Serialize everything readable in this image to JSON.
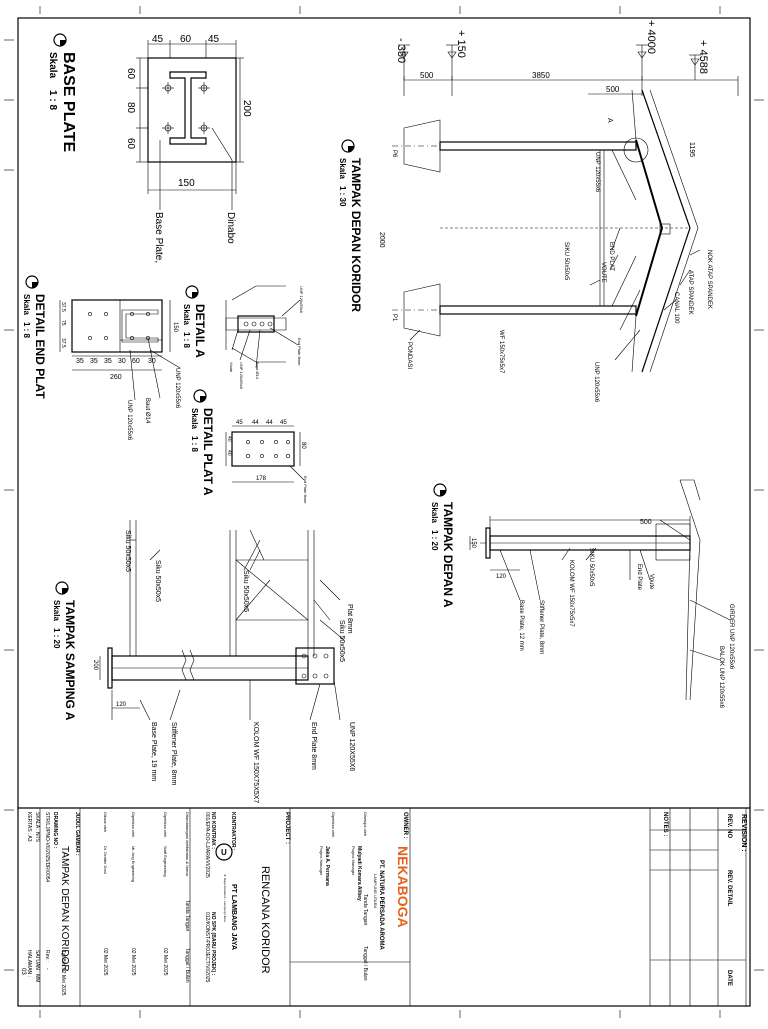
{
  "views": {
    "base_plate": {
      "title": "BASE PLATE",
      "scale_label": "Skala",
      "scale": "1 : 8",
      "dims_top": [
        "45",
        "60",
        "45"
      ],
      "dims_left": [
        "60",
        "80",
        "60"
      ],
      "dim_right": "200",
      "dim_bottom": "150",
      "callouts": [
        "Base Plate,",
        "Dinabo"
      ]
    },
    "tampak_depan_koridor": {
      "title": "TAMPAK DEPAN KORIDOR",
      "scale_label": "Skala",
      "scale": "1 : 30",
      "levels": [
        "- 350",
        "+ 150",
        "+ 4000",
        "+ 4588"
      ],
      "dims": [
        "500",
        "3850",
        "500",
        "1195",
        "2000"
      ],
      "axis_marks": [
        "P6",
        "P1"
      ],
      "detail_mark": "A",
      "callouts": [
        "UNP 120x55x6",
        "END PLAT",
        "VOUTE",
        "SIKU 50x50x5",
        "WF 150x75x5x7",
        "PONDASI",
        "UNP 120x55x6",
        "CANAL 100",
        "ATAP SPANDEK",
        "NOK ATAP SPANDEK"
      ]
    },
    "detail_end_plat": {
      "title": "DETAIL END PLAT",
      "scale_label": "Skala",
      "scale": "1 : 8",
      "dims_top": [
        "35",
        "35",
        "35",
        "30",
        "60",
        "30"
      ],
      "dim_total": "260",
      "dims_left": [
        "37.5",
        "75",
        "37.5"
      ],
      "dim_right": "150",
      "callouts": [
        "UNP 120x55x6",
        "Baut Ø14",
        "UNP 120x55x6"
      ]
    },
    "detail_a": {
      "title": "DETAIL A",
      "scale_label": "Skala",
      "scale": "1 : 8",
      "callouts": [
        "UNP 120x55x6",
        "End Plate 8mm",
        "Baut Ø14",
        "UNP 120x55x6",
        "Voute"
      ]
    },
    "detail_plat_a": {
      "title": "DETAIL PLAT A",
      "scale_label": "Skala",
      "scale": "1 : 8",
      "dims_top": [
        "45",
        "44",
        "44",
        "45"
      ],
      "dims_left": [
        "40",
        "40"
      ],
      "dim_right": "80",
      "dim_bottom": "178",
      "callouts": [
        "End Plate 8mm"
      ]
    },
    "tampak_depan_a": {
      "title": "TAMPAK DEPAN A",
      "scale_label": "Skala",
      "scale": "1 : 20",
      "dims": [
        "500",
        "150",
        "120"
      ],
      "callouts": [
        "SIKU 50x50x5",
        "KOLOM WF 150x75x5x7",
        "Base Plate, 12 mm",
        "Stiffener Plate, 8mm",
        "Voute",
        "End Plate",
        "GIRDER UNP 120x55x6",
        "BALOK UNP 120x55x6"
      ]
    },
    "tampak_samping_a": {
      "title": "TAMPAK SAMPING A",
      "scale_label": "Skala",
      "scale": "1 : 20",
      "dims": [
        "200",
        "120"
      ],
      "callouts": [
        "Siku 50x50x5",
        "Siku 50x50x5",
        "Siku 50x50x5",
        "Plat 8mm",
        "Siku 50x50x5",
        "UNP 120X55X6",
        "End Plate 8mm",
        "KOLOM WF 150X75X5X7",
        "Stiffener Plate, 8mm",
        "Base Plate, 19 mm"
      ]
    }
  },
  "title_block": {
    "revision_label": "REVISION :",
    "rev_headers": [
      "REV. NO",
      "REV. DETAIL",
      "DATE"
    ],
    "notes_label": "NOTES :",
    "owner_label": "OWNER :",
    "owner_logo": "NEKABOGA",
    "owner_company": "PT. NATURA PERSADA AROMA",
    "owner_sub": "LAMPUNG UTARA",
    "owner_rows": [
      {
        "role": "Disetujui oleh",
        "name": "Mulyadi Komara Alibey",
        "title": "Project Manager",
        "sign": "Tanda Tangan",
        "date": "Tanggal / Bulan"
      },
      {
        "role": "Diperiksa oleh",
        "name": "Jaka A. Permana",
        "title": "Project Manager",
        "sign": "",
        "date": ""
      }
    ],
    "project_label": "PROJECT :",
    "project_name": "RENCANA KORIDOR",
    "contractor_label": "KONTRAKTOR :",
    "contractor_name": "PT LAMBANG JAYA",
    "contractor_address": "Jl. Raya Kotabumi - Lampung Utara",
    "contract_no_label": "NO KONTRAK :",
    "contract_no": "001/EPA-DO-LJ/ARA/VI/2025",
    "spk_label": "NO SPK (BARU PROJEK) :",
    "spk_no": "012/KONST-PROJECT/VI/2025",
    "contractor_rows": [
      {
        "role": "Ditandatangani oleh",
        "name": "Jabatan & Nama",
        "sign": "Tanda Tangan",
        "date": "Tanggal / Bulan"
      },
      {
        "role": "Diperiksa oleh",
        "name": "Staff Engineering",
        "sign": "",
        "date": "02 Mei 2025"
      },
      {
        "role": "Diperiksa oleh",
        "name": "Mr. Ang Engineering",
        "sign": "",
        "date": "02 Mei 2025"
      },
      {
        "role": "Dibuat oleh",
        "name": "Dr. Drafter Doni",
        "sign": "",
        "date": "02 Mei 2025"
      }
    ],
    "drawing_title_label": "JUDUL GAMBAR :",
    "drawing_title": "TAMPAK DEPAN KORIDOR",
    "date_label": "Tgl.Bln :",
    "date_value": "02 Mei 2025",
    "drawing_no_label": "DRAWING NO :",
    "drawing_no": "STR/LJ/PNO-VII/2025/DR/0054",
    "rev_label": "Rev. :",
    "rev_value": "-",
    "scale_label": "SKALA : NTS",
    "unit_label": "SATUAN : MM",
    "paper_label": "KERTAS : A3",
    "page_label": "HALAMAN :",
    "page_value": "03"
  }
}
